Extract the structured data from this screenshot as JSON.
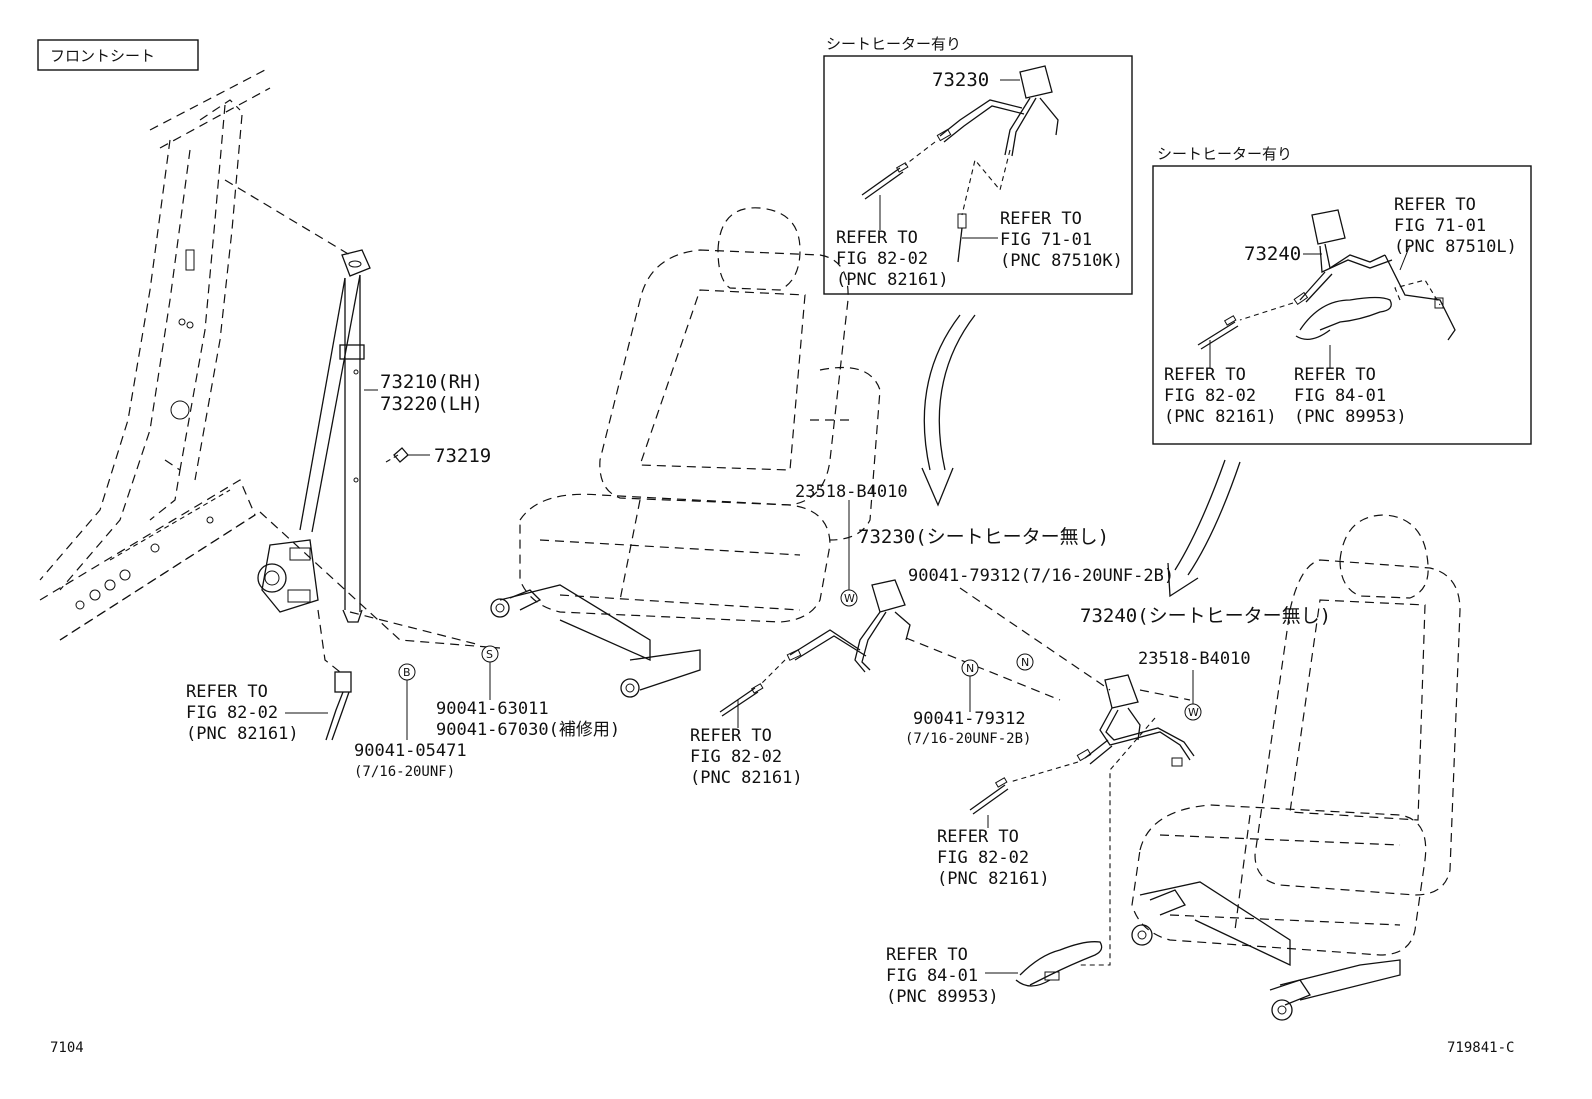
{
  "section_title": "フロントシート",
  "page_number": "7104",
  "figure_code": "719841-C",
  "inset_left": {
    "title": "シートヒーター有り",
    "part": "73230",
    "ref_a": [
      "REFER TO",
      "FIG 82-02",
      "(PNC 82161)"
    ],
    "ref_b": [
      "REFER TO",
      "FIG 71-01",
      "(PNC 87510K)"
    ]
  },
  "inset_right": {
    "title": "シートヒーター有り",
    "part": "73240",
    "ref_a": [
      "REFER TO",
      "FIG 71-01",
      "(PNC 87510L)"
    ],
    "ref_b": [
      "REFER TO",
      "FIG 82-02",
      "(PNC 82161)"
    ],
    "ref_c": [
      "REFER TO",
      "FIG 84-01",
      "(PNC 89953)"
    ]
  },
  "labels": {
    "p73210": "73210(RH)",
    "p73220": "73220(LH)",
    "p73219": "73219",
    "p23518a": "23518-B4010",
    "p73230": "73230(シートヒーター無し)",
    "p90041_79312a": "90041-79312(7/16-20UNF-2B)",
    "p73240": "73240(シートヒーター無し)",
    "p23518b": "23518-B4010",
    "p90041_63011": "90041-63011",
    "p90041_67030": "90041-67030(補修用)",
    "p90041_05471": "90041-05471",
    "p90041_05471_sub": "(7/16-20UNF)",
    "p90041_79312b": "90041-79312",
    "p90041_79312b_sub": "(7/16-20UNF-2B)"
  },
  "refs": {
    "belt": [
      "REFER TO",
      "FIG 82-02",
      "(PNC 82161)"
    ],
    "seat": [
      "REFER TO",
      "FIG 82-02",
      "(PNC 82161)"
    ],
    "rseat_a": [
      "REFER TO",
      "FIG 82-02",
      "(PNC 82161)"
    ],
    "rseat_b": [
      "REFER TO",
      "FIG 84-01",
      "(PNC 89953)"
    ]
  },
  "callouts": {
    "B": "B",
    "S": "S",
    "W1": "W",
    "N1": "N",
    "N2": "N",
    "W2": "W"
  }
}
